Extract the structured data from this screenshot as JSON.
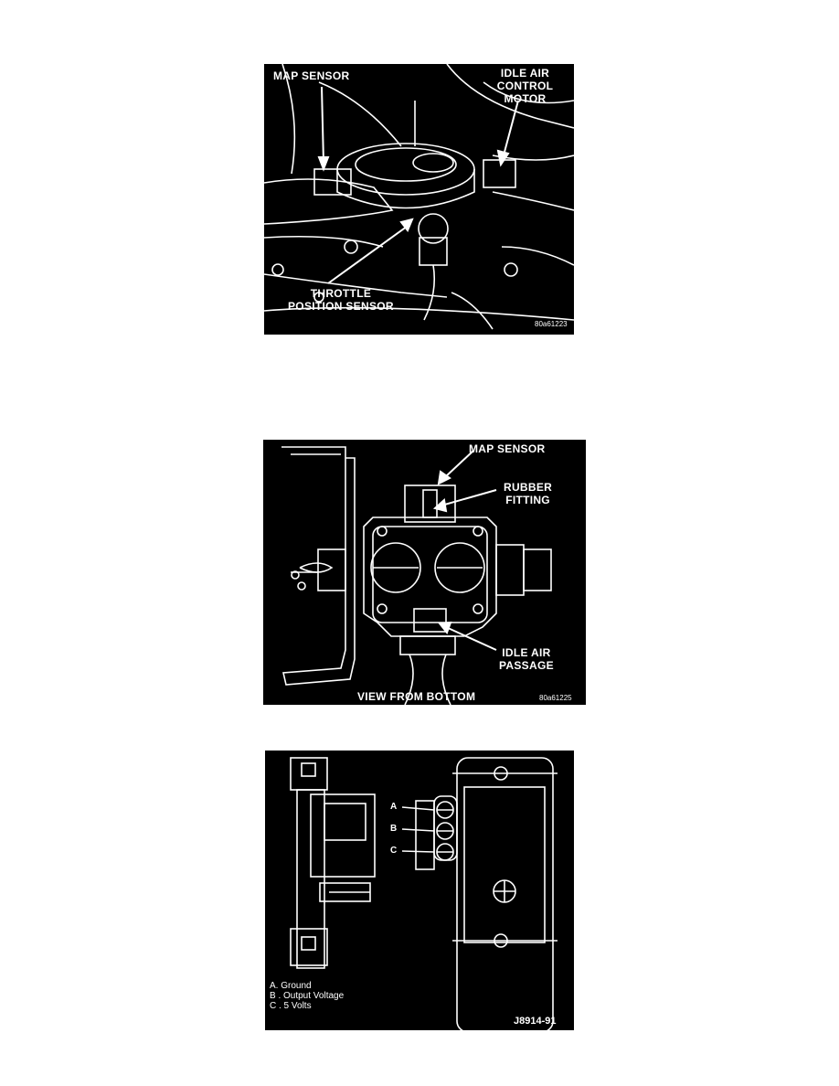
{
  "figure1": {
    "labels": {
      "map_sensor": "MAP SENSOR",
      "idle_air_control_motor_line1": "IDLE AIR",
      "idle_air_control_motor_line2": "CONTROL MOTOR",
      "throttle_position_sensor_line1": "THROTTLE",
      "throttle_position_sensor_line2": "POSITION SENSOR"
    },
    "code": "80a61223"
  },
  "figure2": {
    "labels": {
      "map_sensor": "MAP SENSOR",
      "rubber_fitting_line1": "RUBBER",
      "rubber_fitting_line2": "FITTING",
      "idle_air_passage_line1": "IDLE AIR",
      "idle_air_passage_line2": "PASSAGE",
      "view": "VIEW FROM BOTTOM"
    },
    "code": "80a61225"
  },
  "figure3": {
    "pins": [
      "A",
      "B",
      "C"
    ],
    "legend": [
      "A. Ground",
      "B . Output Voltage",
      "C . 5 Volts"
    ],
    "code": "J8914-91"
  }
}
